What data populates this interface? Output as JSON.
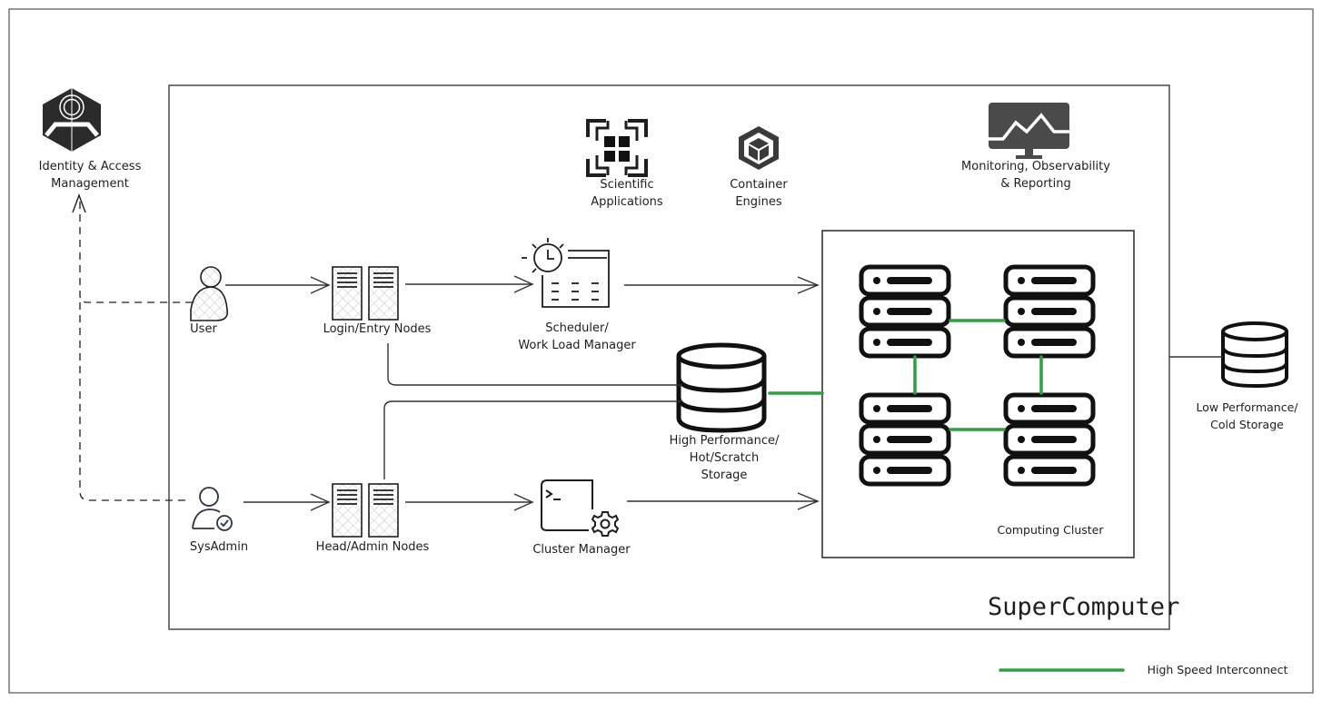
{
  "title": "SuperComputer",
  "colors": {
    "stroke": "#1e1e1e",
    "interconnect": "#2f9e44",
    "icon_fill": "#3a3a3a",
    "hatch": "#c8ccd3"
  },
  "nodes": {
    "iam": {
      "label": "Identity & Access\nManagement",
      "icon": "iam-shield-icon"
    },
    "user": {
      "label": "User",
      "icon": "user-icon"
    },
    "sysadmin": {
      "label": "SysAdmin",
      "icon": "admin-user-check-icon"
    },
    "login_nodes": {
      "label": "Login/Entry Nodes",
      "icon": "server-rack-icon"
    },
    "head_nodes": {
      "label": "Head/Admin Nodes",
      "icon": "server-rack-icon"
    },
    "scheduler": {
      "label": "Scheduler/\nWork Load Manager",
      "icon": "calendar-clock-icon"
    },
    "cluster_manager": {
      "label": "Cluster Manager",
      "icon": "terminal-gear-icon"
    },
    "scientific_apps": {
      "label": "Scientific\nApplications",
      "icon": "app-grid-icon"
    },
    "container_engines": {
      "label": "Container\nEngines",
      "icon": "container-cube-icon"
    },
    "monitoring": {
      "label": "Monitoring, Observability\n& Reporting",
      "icon": "monitor-chart-icon"
    },
    "hot_storage": {
      "label": "High Performance/\nHot/Scratch\nStorage",
      "icon": "database-icon"
    },
    "cold_storage": {
      "label": "Low Performance/\nCold Storage",
      "icon": "database-icon"
    },
    "computing_cluster": {
      "label": "Computing Cluster",
      "icon": "server-stack-icon",
      "server_groups": 4
    }
  },
  "legend": {
    "label": "High Speed Interconnect"
  },
  "edges": [
    {
      "from": "user",
      "to": "login_nodes",
      "style": "arrow"
    },
    {
      "from": "login_nodes",
      "to": "scheduler",
      "style": "arrow"
    },
    {
      "from": "scheduler",
      "to": "computing_cluster",
      "style": "arrow"
    },
    {
      "from": "sysadmin",
      "to": "head_nodes",
      "style": "arrow"
    },
    {
      "from": "head_nodes",
      "to": "cluster_manager",
      "style": "arrow"
    },
    {
      "from": "cluster_manager",
      "to": "computing_cluster",
      "style": "arrow"
    },
    {
      "from": "login_nodes",
      "to": "hot_storage",
      "style": "line"
    },
    {
      "from": "head_nodes",
      "to": "hot_storage",
      "style": "line"
    },
    {
      "from": "hot_storage",
      "to": "computing_cluster",
      "style": "interconnect"
    },
    {
      "from": "computing_cluster",
      "to": "cold_storage",
      "style": "line"
    },
    {
      "from": "user",
      "to": "iam",
      "style": "dashed-arrow"
    },
    {
      "from": "sysadmin",
      "to": "iam",
      "style": "dashed-arrow"
    }
  ]
}
